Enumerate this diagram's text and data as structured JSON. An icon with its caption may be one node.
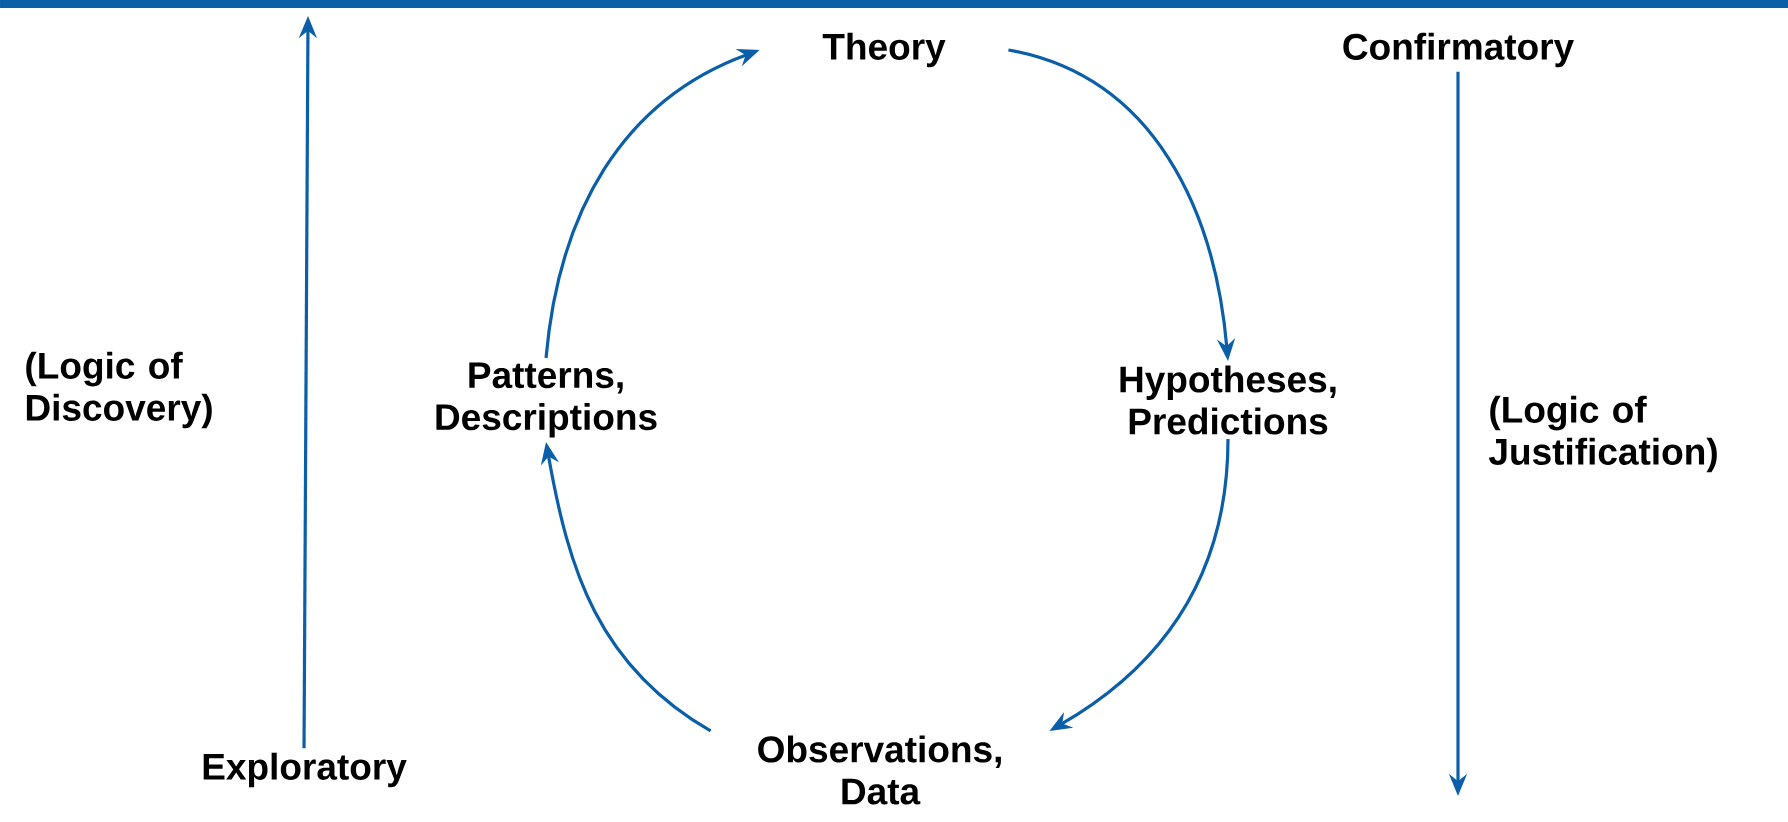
{
  "diagram": {
    "nodes": [
      {
        "text": [
          "Theory"
        ]
      },
      {
        "text": [
          "Confirmatory"
        ]
      },
      {
        "text": [
          "Patterns, Descriptions"
        ]
      },
      {
        "text": [
          "Hypotheses, Predictions"
        ]
      },
      {
        "text": [
          "Observations, Data"
        ]
      },
      {
        "text": [
          "Exploratory"
        ]
      }
    ],
    "edges": [
      {
        "from": 2,
        "to": 0,
        "arrow": "to"
      },
      {
        "from": 0,
        "to": 3,
        "arrow": "to"
      },
      {
        "from": 3,
        "to": 4,
        "arrow": "to"
      },
      {
        "from": 4,
        "to": 2,
        "arrow": "to"
      },
      {
        "from": 5,
        "to": null,
        "arrow": "to"
      },
      {
        "from": 1,
        "to": null,
        "arrow": "to"
      }
    ],
    "labels": [
      "(Logic of Discovery)",
      "(Logic of Justification)"
    ]
  }
}
